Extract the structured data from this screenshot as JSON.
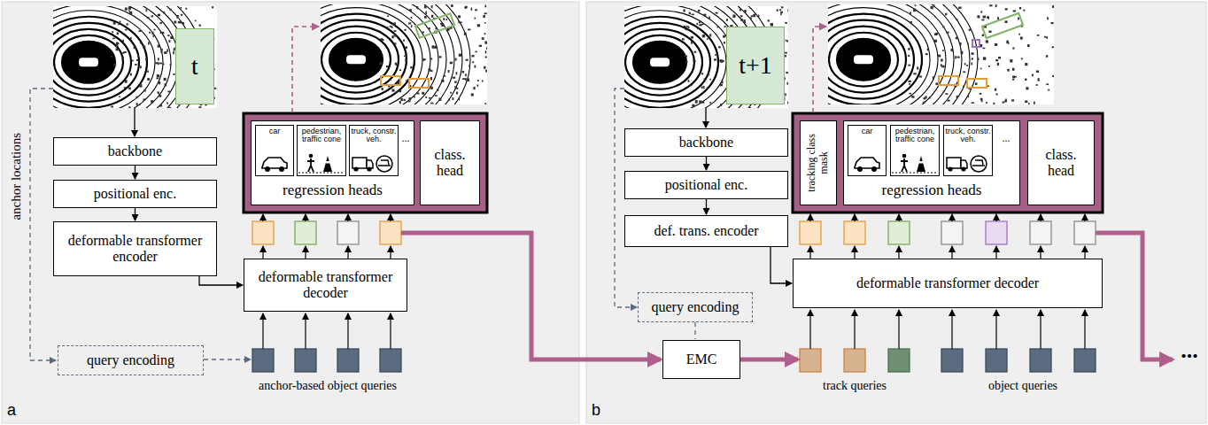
{
  "diagram": {
    "nodes": [
      {
        "text": [
          "a"
        ]
      },
      {
        "text": [
          "t"
        ],
        "in": 0
      },
      {
        "text": [
          "backbone"
        ],
        "in": 0
      },
      {
        "text": [
          "positional enc."
        ],
        "in": 0
      },
      {
        "text": [
          "deformable transformer encoder"
        ],
        "in": 0
      },
      {
        "text": [
          "deformable transformer decoder"
        ],
        "in": 0
      },
      {
        "text": [
          "regression heads"
        ],
        "in": 0
      },
      {
        "text": [
          "car"
        ],
        "in": 6
      },
      {
        "text": [
          "pedestrian, traffic cone"
        ],
        "in": 6
      },
      {
        "text": [
          "truck, constr. veh."
        ],
        "in": 6
      },
      {
        "text": [
          "class. head"
        ],
        "in": 0
      },
      {
        "text": [
          "query encoding"
        ],
        "in": 0
      },
      {
        "text": [
          "b"
        ]
      },
      {
        "text": [
          "t+1"
        ],
        "in": 12
      },
      {
        "text": [
          "backbone"
        ],
        "in": 12
      },
      {
        "text": [
          "positional enc."
        ],
        "in": 12
      },
      {
        "text": [
          "def. trans. encoder"
        ],
        "in": 12
      },
      {
        "text": [
          "query encoding"
        ],
        "in": 12
      },
      {
        "text": [
          "EMC"
        ],
        "in": 12
      },
      {
        "text": [
          "deformable transformer decoder"
        ],
        "in": 12
      },
      {
        "text": [
          "tracking class mask"
        ],
        "in": 12
      },
      {
        "text": [
          "regression heads"
        ],
        "in": 12
      },
      {
        "text": [
          "car"
        ],
        "in": 21
      },
      {
        "text": [
          "pedestrian, traffic cone"
        ],
        "in": 21
      },
      {
        "text": [
          "truck, constr. veh."
        ],
        "in": 21
      },
      {
        "text": [
          "class. head"
        ],
        "in": 12
      }
    ],
    "edges": [
      {
        "from": 2,
        "to": 3,
        "arrow": "to"
      },
      {
        "from": 3,
        "to": 4,
        "arrow": "to"
      },
      {
        "from": 4,
        "to": 5,
        "arrow": "to"
      },
      {
        "from": 14,
        "to": 15,
        "arrow": "to"
      },
      {
        "from": 15,
        "to": 16,
        "arrow": "to"
      },
      {
        "from": 16,
        "to": 19,
        "arrow": "to"
      },
      {
        "from": 17,
        "to": 18,
        "arrow": "none"
      }
    ],
    "labels": [
      "anchor locations",
      "anchor-based object queries",
      "...",
      "...",
      "track queries",
      "object queries",
      "..."
    ]
  }
}
